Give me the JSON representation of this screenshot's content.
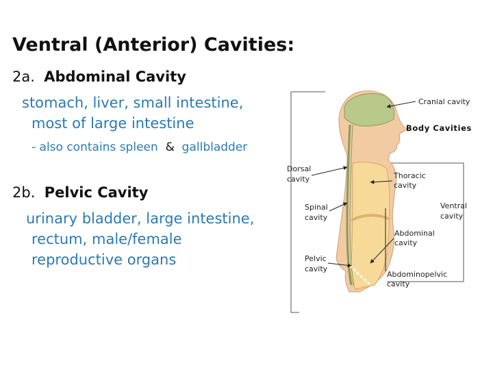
{
  "title": "Ventral (Anterior) Cavities:",
  "section_a": {
    "number": "2a.",
    "heading": "Abdominal Cavity",
    "lines": [
      "stomach, liver, small intestine,",
      "most of large intestine"
    ],
    "note_prefix": "- also contains spleen",
    "note_amp": "&",
    "note_suffix": "gallbladder"
  },
  "section_b": {
    "number": "2b.",
    "heading": "Pelvic Cavity",
    "lines": [
      "urinary bladder, large intestine,",
      "rectum, male/female",
      "reproductive organs"
    ]
  },
  "figure": {
    "title": "Body Cavities",
    "labels": {
      "cranial": "Cranial cavity",
      "dorsal_1": "Dorsal",
      "dorsal_2": "cavity",
      "thoracic_1": "Thoracic",
      "thoracic_2": "cavity",
      "spinal_1": "Spinal",
      "spinal_2": "cavity",
      "ventral_1": "Ventral",
      "ventral_2": "cavity",
      "abdominal_1": "Abdominal",
      "abdominal_2": "cavity",
      "pelvic_1": "Pelvic",
      "pelvic_2": "cavity",
      "abdominopelvic_1": "Abdominopelvic",
      "abdominopelvic_2": "cavity"
    },
    "colors": {
      "skin": "#f2cba3",
      "cranial_fill": "#b9c98a",
      "cavity_fill": "#f7d99a",
      "diaphragm": "#e0b070",
      "bracket": "#555555"
    }
  }
}
